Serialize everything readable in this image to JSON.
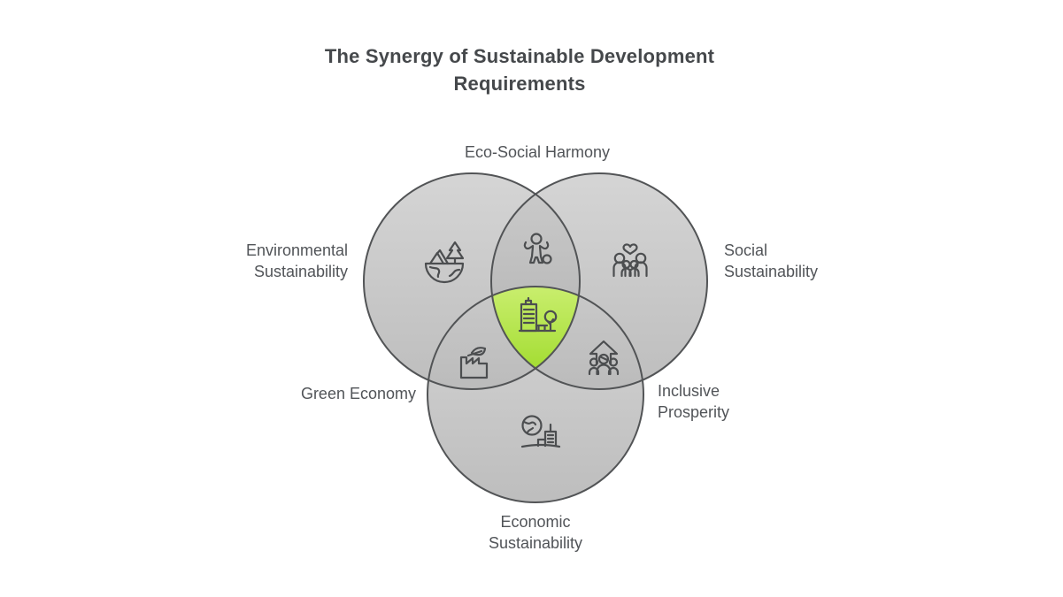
{
  "title": "The Synergy of Sustainable Development\nRequirements",
  "colors": {
    "background": "#ffffff",
    "circle_fill_top": "#c9c9c9",
    "circle_fill_bottom": "#ababab",
    "circle_stroke": "#525456",
    "center_highlight_top": "#c9ee6e",
    "center_highlight_bottom": "#a4dd33",
    "icon_stroke": "#4c4e50",
    "title_color": "#45484b",
    "label_color": "#515458"
  },
  "diagram": {
    "type": "venn-3-circles",
    "circles": [
      {
        "id": "environmental",
        "label": "Environmental\nSustainability",
        "icon": "mountains-globe-tree-icon"
      },
      {
        "id": "social",
        "label": "Social\nSustainability",
        "icon": "family-heart-icon"
      },
      {
        "id": "economic",
        "label": "Economic\nSustainability",
        "icon": "globe-city-icon"
      }
    ],
    "intersections": [
      {
        "id": "eco-social-harmony",
        "label": "Eco-Social Harmony",
        "icon": "person-open-arms-icon",
        "between": [
          "environmental",
          "social"
        ]
      },
      {
        "id": "green-economy",
        "label": "Green Economy",
        "icon": "green-factory-leaf-icon",
        "between": [
          "environmental",
          "economic"
        ]
      },
      {
        "id": "inclusive-prosperity",
        "label": "Inclusive\nProsperity",
        "icon": "people-growth-arrow-icon",
        "between": [
          "social",
          "economic"
        ]
      },
      {
        "id": "core-synergy",
        "label": "",
        "icon": "sustainable-city-icon",
        "between": [
          "environmental",
          "social",
          "economic"
        ],
        "highlighted": true
      }
    ]
  }
}
